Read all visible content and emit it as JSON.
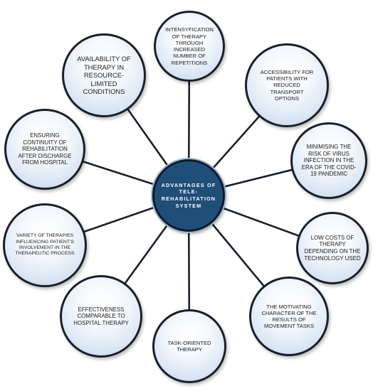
{
  "center": {
    "label": "ADVANTAGES OF TELE-REHABILITATION SYSTEM"
  },
  "nodes": [
    {
      "id": "intensification",
      "label": "INTENSYFICATION OF THERAPY THROUGH INCREASED NUMBER OF REPETITIONS"
    },
    {
      "id": "accessibility",
      "label": "ACCESSIBILITY FOR PATIENTS WITH REDUCED TRANSPORT OPTIONS"
    },
    {
      "id": "virus",
      "label": "MINIMISING THE RISK OF VIRUS INFECTION IN THE ERA OF THE COVID-19 PANDEMIC"
    },
    {
      "id": "low-costs",
      "label": "LOW COSTS OF THERAPY DEPENDING ON THE TECHNOLOGY USED"
    },
    {
      "id": "motivating",
      "label": "THE MOTIVATING CHARACTER OF THE RESULTS OF MOVEMENT TASKS"
    },
    {
      "id": "task-oriented",
      "label": "TASK-ORIENTED THERAPY"
    },
    {
      "id": "effectiveness",
      "label": "EFFECTIVENESS COMPARABLE TO HOSPITAL THERAPY"
    },
    {
      "id": "variety",
      "label": "VARIETY OF THERAPIES INFLUENCING PATIENT'S INVOLVEMENT IN THE THERAPEUTIC PROCESS"
    },
    {
      "id": "continuity",
      "label": "ENSURING CONTINUITY OF REHABILITATION AFTER DISCHARGE FROM HOSPITAL"
    },
    {
      "id": "availability",
      "label": "AVAILABILITY OF THERAPY IN RESOURCE-LIMITED CONDITIONS"
    }
  ],
  "colors": {
    "center_fill": "#1f4e79",
    "node_border": "#1a1f2b",
    "connector": "#1a1f2b",
    "node_gradient_edge": "#b9cde6"
  }
}
